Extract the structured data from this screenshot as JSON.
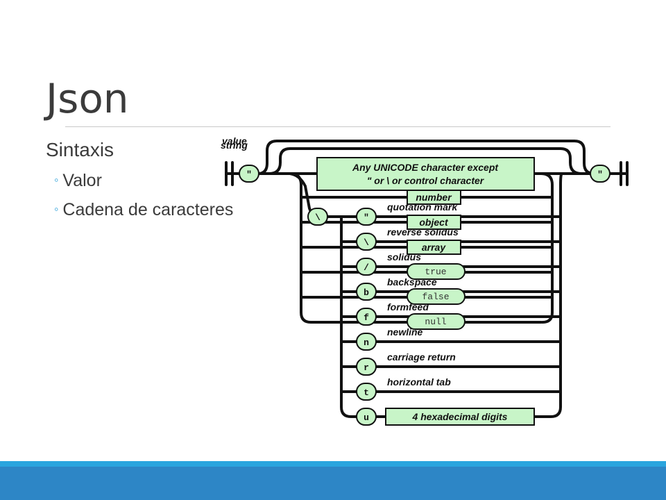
{
  "slide": {
    "title": "Json"
  },
  "bullets": {
    "level1": "Sintaxis",
    "items": [
      "Valor",
      "Cadena de caracteres"
    ]
  },
  "diagram": {
    "labels": {
      "value": "value",
      "string": "string"
    },
    "unicode_box": {
      "line1": "Any UNICODE character except",
      "line2": "\" or \\ or control character"
    },
    "quote_open": "\"",
    "quote_close": "\"",
    "backslash": "\\",
    "value_options": [
      "number",
      "object",
      "array",
      "true",
      "false",
      "null"
    ],
    "escapes": [
      {
        "char": "\"",
        "label": "quotation mark"
      },
      {
        "char": "\\",
        "label": "reverse solidus"
      },
      {
        "char": "/",
        "label": "solidus"
      },
      {
        "char": "b",
        "label": "backspace"
      },
      {
        "char": "f",
        "label": "formfeed"
      },
      {
        "char": "n",
        "label": "newline"
      },
      {
        "char": "r",
        "label": "carriage return"
      },
      {
        "char": "t",
        "label": "horizontal tab"
      },
      {
        "char": "u",
        "label": ""
      }
    ],
    "hex_box": "4 hexadecimal digits"
  },
  "colors": {
    "node_fill": "#c8f5c8",
    "accent": "#2aa5de",
    "footer": "#2d86c6",
    "text": "#3b3b3b"
  }
}
